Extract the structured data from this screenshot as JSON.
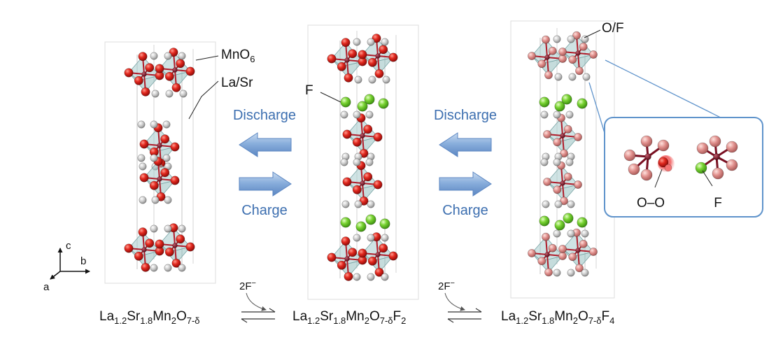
{
  "labels": {
    "mno6": {
      "main": "MnO",
      "sub": "6"
    },
    "lasr": "La/Sr",
    "f": "F",
    "of": "O/F",
    "oo": "O–O",
    "inset_f": "F"
  },
  "actions": {
    "discharge_1": "Discharge",
    "charge_1": "Charge",
    "discharge_2": "Discharge",
    "charge_2": "Charge"
  },
  "fluoride": {
    "step_1": {
      "main": "2F",
      "sup": "−"
    },
    "step_2": {
      "main": "2F",
      "sup": "−"
    }
  },
  "axes": {
    "c": "c",
    "b": "b",
    "a": "a"
  },
  "formulas": {
    "f1": {
      "la": "La",
      "la_n": "1.2",
      "sr": "Sr",
      "sr_n": "1.8",
      "mn": "Mn",
      "mn_n": "2",
      "o": "O",
      "o_n": "7-δ"
    },
    "f2": {
      "la": "La",
      "la_n": "1.2",
      "sr": "Sr",
      "sr_n": "1.8",
      "mn": "Mn",
      "mn_n": "2",
      "o": "O",
      "o_n": "7-δ",
      "f": "F",
      "f_n": "2"
    },
    "f3": {
      "la": "La",
      "la_n": "1.2",
      "sr": "Sr",
      "sr_n": "1.8",
      "mn": "Mn",
      "mn_n": "2",
      "o": "O",
      "o_n": "7-δ",
      "f": "F",
      "f_n": "4"
    }
  },
  "colors": {
    "oxygen": "#d81e17",
    "oxygen_light": "#d98888",
    "fluorine": "#6fd02c",
    "lasr": "#c8c8c8",
    "manganese": "#7a1022",
    "octahedron": "#a8cccd",
    "arrow_blue": "#7fa6d6",
    "text_blue": "#3d6fb0",
    "inset_border": "#5f93cb"
  }
}
